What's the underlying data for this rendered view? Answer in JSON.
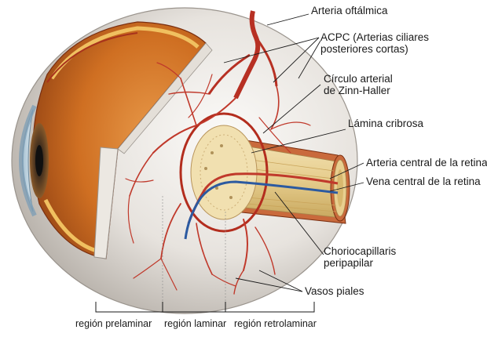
{
  "labels": {
    "arteria_oftalmica": "Arteria oftálmica",
    "acpc_line1": "ACPC (Arterias ciliares",
    "acpc_line2": "posteriores cortas)",
    "circulo_line1": "Círculo arterial",
    "circulo_line2": "de Zinn-Haller",
    "lamina_cribrosa": "Lámina cribrosa",
    "arteria_central": "Arteria central de la retina",
    "vena_central": "Vena central de la retina",
    "chorio_line1": "Choriocapillaris",
    "chorio_line2": "peripapilar",
    "vasos_piales": "Vasos piales"
  },
  "regions": {
    "prelaminar": "región prelaminar",
    "laminar": "región laminar",
    "retrolaminar": "región retrolaminar"
  },
  "colors": {
    "artery": "#c0392b",
    "vein": "#2c5aa0",
    "sclera": "#e6e2dc",
    "choroid": "#c9661e",
    "nerve": "#ead49a"
  }
}
